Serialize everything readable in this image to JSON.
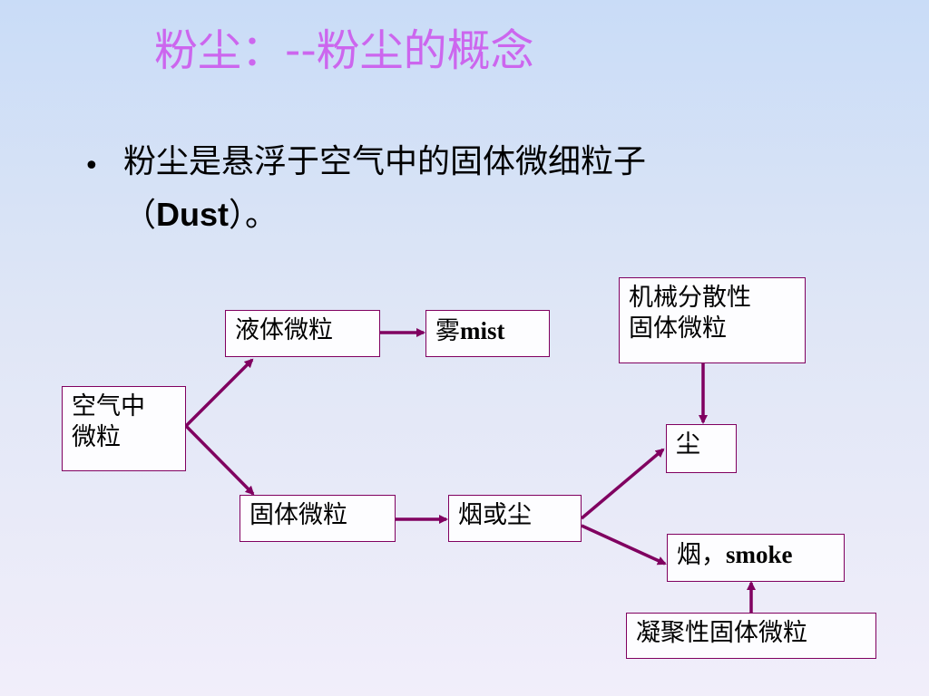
{
  "title": "粉尘：--粉尘的概念",
  "bullet": {
    "text_before": "粉尘是悬浮于空气中的固体微细粒子（",
    "text_en": "Dust",
    "text_after": "）。"
  },
  "diagram": {
    "airborne_particles_line1": "空气中",
    "airborne_particles_line2": "微粒",
    "liquid_particles": "液体微粒",
    "mist_zh": "雾",
    "mist_en": "mist",
    "solid_particles": "固体微粒",
    "fume_or_dust": "烟或尘",
    "mechanical_dispersion_line1": "机械分散性",
    "mechanical_dispersion_line2": "固体微粒",
    "dust": "尘",
    "smoke_zh": "烟，",
    "smoke_en": "smoke",
    "condensation_particles": "凝聚性固体微粒"
  },
  "colors": {
    "title": "#cc66ee",
    "arrow": "#800060",
    "box_border": "#800060"
  }
}
